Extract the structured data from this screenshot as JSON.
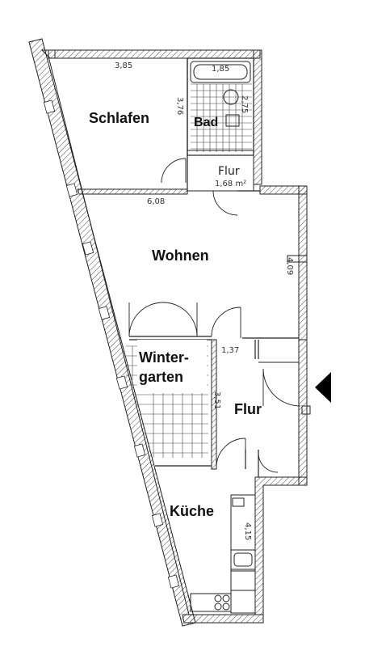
{
  "rooms": {
    "schlafen": "Schlafen",
    "bad": "Bad",
    "flur_top": "Flur",
    "flur_top_area": "1,68 m²",
    "wohnen": "Wohnen",
    "wintergarten_1": "Winter-",
    "wintergarten_2": "garten",
    "flur_main": "Flur",
    "kueche": "Küche"
  },
  "dimensions": {
    "d_385": "3,85",
    "d_185": "1,85",
    "d_376": "3,76",
    "d_275": "2,75",
    "d_608": "6,08",
    "d_409": "4,09",
    "d_137": "1,37",
    "d_351": "3,51",
    "d_415": "4,15"
  },
  "entrance_marker": "entrance-arrow"
}
